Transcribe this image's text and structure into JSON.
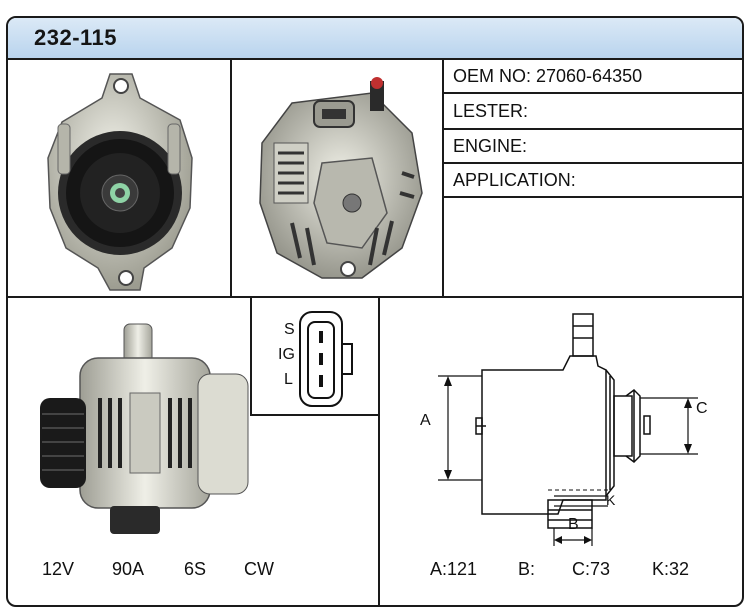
{
  "part_number": "232-115",
  "info": {
    "oem_no": "OEM NO: 27060-64350",
    "lester": "LESTER:",
    "engine": "ENGINE:",
    "application": "APPLICATION:"
  },
  "connector": {
    "pins": [
      "S",
      "IG",
      "L"
    ]
  },
  "specs": {
    "voltage": "12V",
    "amperage": "90A",
    "pulley": "6S",
    "rotation": "CW"
  },
  "dimensions": {
    "a_letter": "A",
    "b_letter": "B",
    "c_letter": "C",
    "k_letter": "K",
    "a": "A:121",
    "b": "B:",
    "c": "C:73",
    "k": "K:32"
  },
  "colors": {
    "header_top": "#dbe9f6",
    "header_bottom": "#b9d4ee",
    "border": "#1a1a1a"
  }
}
